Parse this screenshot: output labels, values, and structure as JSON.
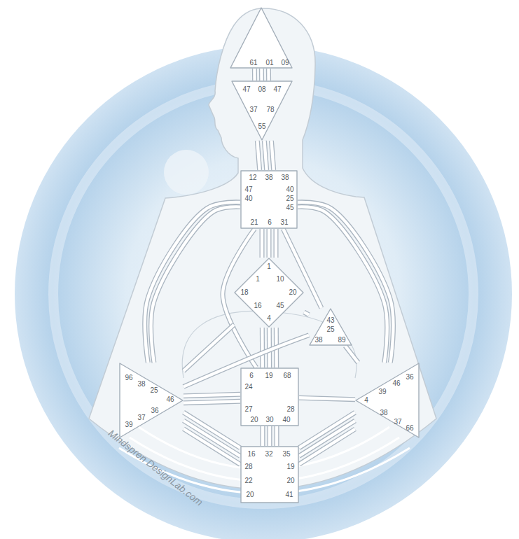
{
  "diagram": {
    "nodes": [
      {
        "text": [
          "61",
          "01",
          "09"
        ]
      },
      {
        "text": [
          "47",
          "08",
          "47",
          "37",
          "78",
          "55"
        ]
      },
      {
        "text": [
          "12",
          "38",
          "38",
          "47",
          "40",
          "40",
          "25",
          "45",
          "21",
          "6",
          "31"
        ]
      },
      {
        "text": [
          "1",
          "1",
          "10",
          "18",
          "20",
          "16",
          "45",
          "4"
        ]
      },
      {
        "text": [
          "43",
          "25",
          "38",
          "89"
        ]
      },
      {
        "text": [
          "6",
          "19",
          "68",
          "24",
          "27",
          "28",
          "20",
          "30",
          "40"
        ]
      },
      {
        "text": [
          "16",
          "32",
          "35",
          "28",
          "19",
          "22",
          "20",
          "20",
          "41"
        ]
      },
      {
        "text": [
          "96",
          "38",
          "25",
          "46",
          "36",
          "37",
          "39"
        ]
      },
      {
        "text": [
          "36",
          "46",
          "39",
          "4",
          "38",
          "37",
          "66"
        ]
      }
    ],
    "edges": [
      {
        "from": 0,
        "to": 1,
        "arrow": "none"
      },
      {
        "from": 0,
        "to": 1,
        "arrow": "none"
      },
      {
        "from": 0,
        "to": 1,
        "arrow": "none"
      },
      {
        "from": 1,
        "to": 2,
        "arrow": "none"
      },
      {
        "from": 1,
        "to": 2,
        "arrow": "none"
      },
      {
        "from": 1,
        "to": 2,
        "arrow": "none"
      },
      {
        "from": 2,
        "to": 3,
        "arrow": "none"
      },
      {
        "from": 2,
        "to": 3,
        "arrow": "none"
      },
      {
        "from": 2,
        "to": 3,
        "arrow": "none"
      },
      {
        "from": 2,
        "to": 4,
        "arrow": "none"
      },
      {
        "from": 2,
        "to": 7,
        "arrow": "none"
      },
      {
        "from": 2,
        "to": 7,
        "arrow": "none"
      },
      {
        "from": 2,
        "to": 8,
        "arrow": "none"
      },
      {
        "from": 2,
        "to": 8,
        "arrow": "none"
      },
      {
        "from": 2,
        "to": 5,
        "arrow": "none"
      },
      {
        "from": 3,
        "to": 5,
        "arrow": "none"
      },
      {
        "from": 3,
        "to": 5,
        "arrow": "none"
      },
      {
        "from": 3,
        "to": 5,
        "arrow": "none"
      },
      {
        "from": 3,
        "to": 4,
        "arrow": "none"
      },
      {
        "from": 3,
        "to": 7,
        "arrow": "none"
      },
      {
        "from": 4,
        "to": 8,
        "arrow": "none"
      },
      {
        "from": 4,
        "to": 7,
        "arrow": "none"
      },
      {
        "from": 5,
        "to": 7,
        "arrow": "none"
      },
      {
        "from": 5,
        "to": 7,
        "arrow": "none"
      },
      {
        "from": 5,
        "to": 8,
        "arrow": "none"
      },
      {
        "from": 5,
        "to": 6,
        "arrow": "none"
      },
      {
        "from": 5,
        "to": 6,
        "arrow": "none"
      },
      {
        "from": 5,
        "to": 6,
        "arrow": "none"
      },
      {
        "from": 6,
        "to": 7,
        "arrow": "none"
      },
      {
        "from": 6,
        "to": 7,
        "arrow": "none"
      },
      {
        "from": 6,
        "to": 7,
        "arrow": "none"
      },
      {
        "from": 6,
        "to": 8,
        "arrow": "none"
      },
      {
        "from": 6,
        "to": 8,
        "arrow": "none"
      },
      {
        "from": 6,
        "to": 8,
        "arrow": "none"
      }
    ],
    "labels": [
      "Mindspren DesignLab.com"
    ]
  }
}
